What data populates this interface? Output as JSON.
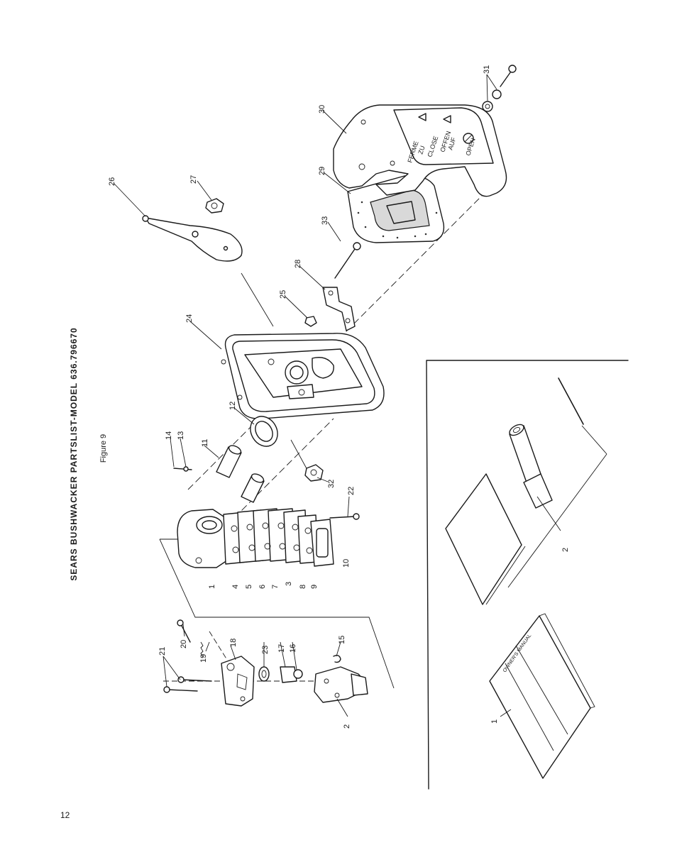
{
  "header": {
    "title": "SEARS BUSHWACKER PARTSLIST-MODEL 636.796670",
    "figure_label": "Figure 9"
  },
  "footer": {
    "page_number": "12"
  },
  "cover_labels": {
    "line1": "FERME",
    "line2": "ZU",
    "line3": "CLOSE",
    "line4": "OFFEN",
    "line5": "AUF",
    "line6": "OPEN"
  },
  "callouts": {
    "c1": "1",
    "c2": "2",
    "c3": "3",
    "c4": "4",
    "c5": "5",
    "c6": "6",
    "c7": "7",
    "c8": "8",
    "c9": "9",
    "c10": "10",
    "c11": "11",
    "c12": "12",
    "c13": "13",
    "c14": "14",
    "c15": "15",
    "c16": "16",
    "c17": "17",
    "c18": "18",
    "c19": "19",
    "c20": "20",
    "c21": "21",
    "c22": "22",
    "c23": "23",
    "c24": "24",
    "c25": "25",
    "c26": "26",
    "c27": "27",
    "c28": "28",
    "c29": "29",
    "c30": "30",
    "c31": "31",
    "c32": "32",
    "c33": "33",
    "inset1": "1",
    "inset2": "2"
  }
}
